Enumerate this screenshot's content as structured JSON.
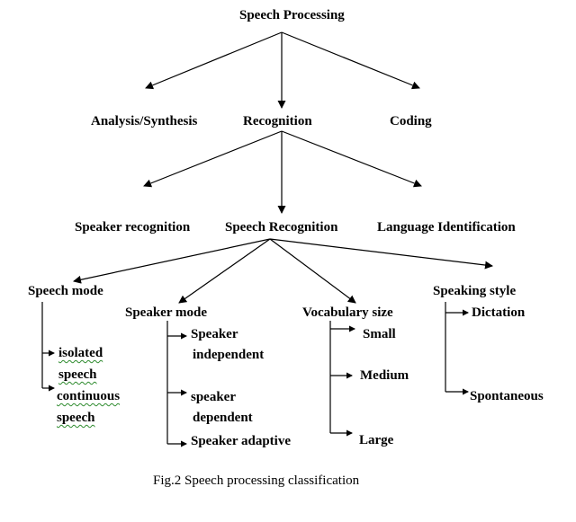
{
  "diagram": {
    "root": "Speech Processing",
    "level1": {
      "analysis_synthesis": "Analysis/Synthesis",
      "recognition": "Recognition",
      "coding": "Coding"
    },
    "level2": {
      "speaker_recognition": "Speaker recognition",
      "speech_recognition": "Speech Recognition",
      "language_identification": "Language Identification"
    },
    "level3": {
      "speech_mode": {
        "label": "Speech mode",
        "items": [
          [
            "isolated",
            "speech"
          ],
          [
            "continuous",
            "speech"
          ]
        ]
      },
      "speaker_mode": {
        "label": "Speaker mode",
        "items": [
          [
            "Speaker",
            "independent"
          ],
          [
            "speaker",
            "dependent"
          ],
          [
            "Speaker adaptive"
          ]
        ]
      },
      "vocabulary_size": {
        "label": "Vocabulary size",
        "items": [
          [
            "Small"
          ],
          [
            "Medium"
          ],
          [
            "Large"
          ]
        ]
      },
      "speaking_style": {
        "label": "Speaking style",
        "items": [
          [
            "Dictation"
          ],
          [
            "Spontaneous"
          ]
        ]
      }
    },
    "caption": "Fig.2 Speech processing classification"
  }
}
